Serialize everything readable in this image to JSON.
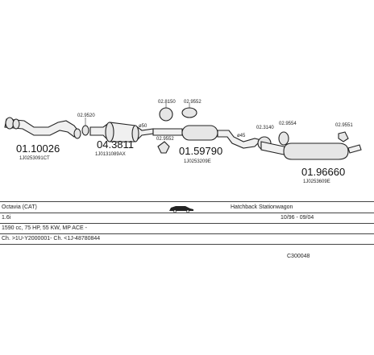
{
  "diagram": {
    "parts": [
      {
        "id": "part-1",
        "number": "01.10026",
        "ref": "1J0253091CT"
      },
      {
        "id": "part-2",
        "number": "04.3811",
        "ref": "1J0131089AX"
      },
      {
        "id": "part-3",
        "number": "01.59790",
        "ref": "1J0253209E"
      },
      {
        "id": "part-4",
        "number": "01.96660",
        "ref": "1J0253609E"
      }
    ],
    "small_labels": {
      "clamp_a": "02.9520",
      "diameter_a": "ø50",
      "clamp_b": "02.8150",
      "clamp_c": "02.9552",
      "hanger_a": "02.9552",
      "diameter_b": "ø45",
      "clamp_d": "02.3140",
      "clamp_e": "02.9554",
      "hanger_b": "02.9551"
    }
  },
  "info": {
    "model": "Octavia (CAT)",
    "body": "Hatchback Stationwagon",
    "engine": "1.6i",
    "years": "10/96 - 09/04",
    "spec": "1590 cc, 75 HP, 55 KW, MP ACE -",
    "chassis": "Ch. >1U-Y2000001- Ch. <1J-48780844",
    "code": "C300048"
  }
}
